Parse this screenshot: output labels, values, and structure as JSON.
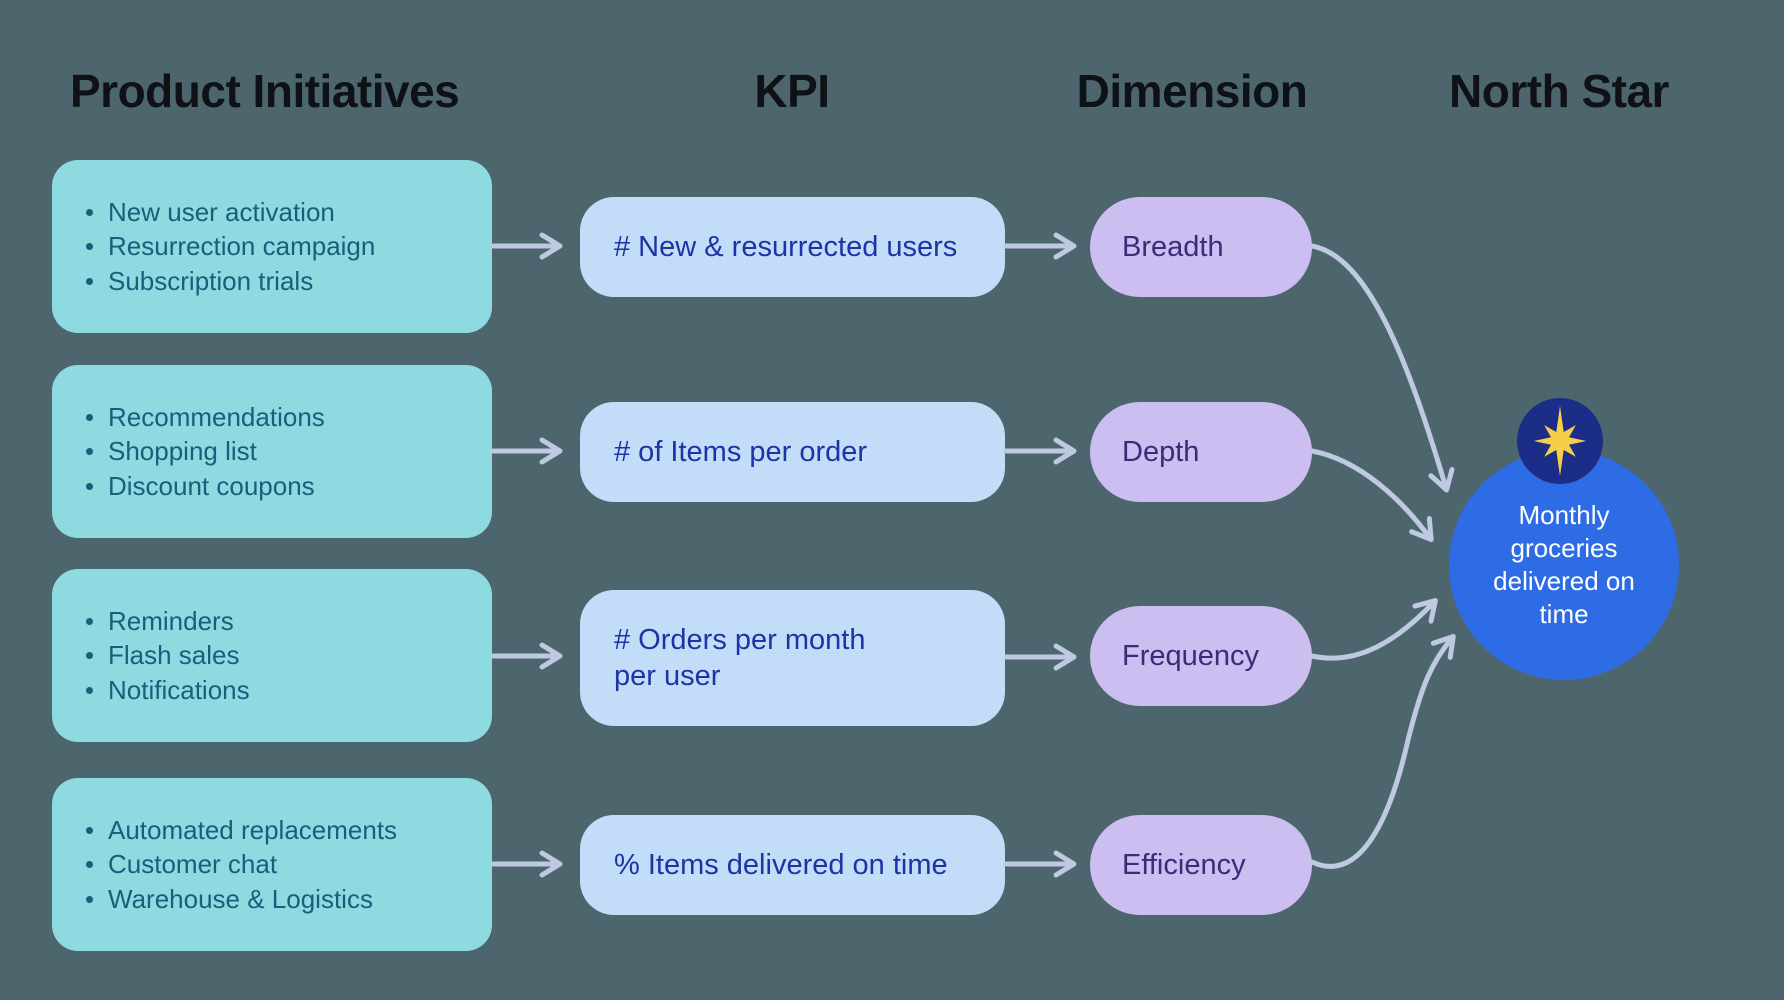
{
  "headers": {
    "initiatives": "Product Initiatives",
    "kpi": "KPI",
    "dimension": "Dimension",
    "north_star": "North Star"
  },
  "rows": [
    {
      "initiatives": [
        "New user activation",
        "Resurrection campaign",
        "Subscription trials"
      ],
      "kpi_lines": [
        "# New & resurrected users"
      ],
      "dimension": "Breadth"
    },
    {
      "initiatives": [
        "Recommendations",
        "Shopping list",
        "Discount coupons"
      ],
      "kpi_lines": [
        "# of Items per order"
      ],
      "dimension": "Depth"
    },
    {
      "initiatives": [
        "Reminders",
        "Flash sales",
        "Notifications"
      ],
      "kpi_lines": [
        "# Orders per month",
        "per user"
      ],
      "dimension": "Frequency"
    },
    {
      "initiatives": [
        "Automated replacements",
        "Customer chat",
        "Warehouse & Logistics"
      ],
      "kpi_lines": [
        "% Items delivered on time"
      ],
      "dimension": "Efficiency"
    }
  ],
  "north_star": {
    "label": "Monthly groceries delivered on time",
    "icon": "star-burst-icon"
  },
  "colors": {
    "background": "#4d666d",
    "header_text": "#0e1116",
    "initiative_box": "#8edae1",
    "initiative_text": "#1d5c7c",
    "kpi_box": "#c3ddf8",
    "kpi_text": "#1c34a6",
    "dimension_pill": "#ccbef1",
    "dimension_text": "#3d2a78",
    "arrow": "#bfc9e2",
    "north_star_circle": "#2e6ce6",
    "north_star_badge": "#1c2d87",
    "star": "#f5cf49"
  }
}
